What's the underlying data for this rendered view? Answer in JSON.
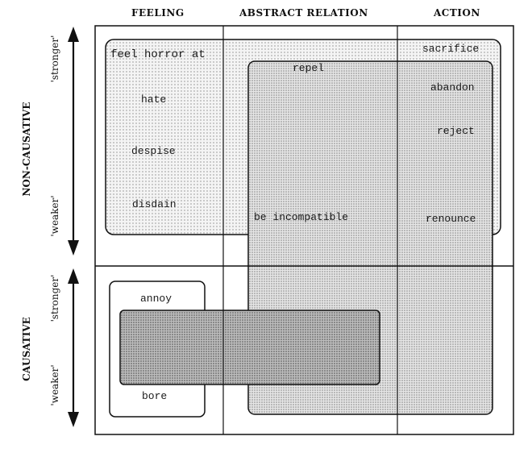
{
  "headers": {
    "feeling": "FEELING",
    "abstract_relation": "ABSTRACT RELATION",
    "action": "ACTION"
  },
  "side_labels": {
    "non_causative": "NON-CAUSATIVE",
    "causative": "CAUSATIVE",
    "stronger_top": "'stronger'",
    "weaker_top": "'weaker'",
    "stronger_bottom": "'stronger'",
    "weaker_bottom": "'weaker'"
  },
  "words": {
    "feel_horror_at": "feel horror at",
    "hate": "hate",
    "despise": "despise",
    "disdain": "disdain",
    "repel": "repel",
    "be_incompatible": "be incompatible",
    "sacrifice": "sacrifice",
    "abandon": "abandon",
    "reject": "reject",
    "renounce": "renounce",
    "annoy": "annoy",
    "bore": "bore"
  },
  "colors": {
    "line": "#111111",
    "dot_fill": "#ededed",
    "dense_fill": "#d6d6d6",
    "darkest_fill": "#bdbdbd"
  }
}
